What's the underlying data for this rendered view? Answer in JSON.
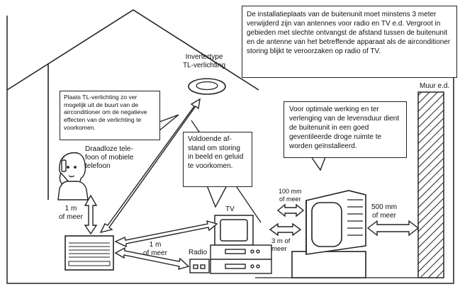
{
  "callouts": {
    "installation_note": "De installatieplaats van de buitenunit moet minstens 3 meter verwijderd zijn van antennes voor radio en TV e.d. Vergroot in gebieden met slechte ontvangst de afstand tussen de buitenunit en de antenne van het betreffende apparaat als de airconditioner storing blijkt te veroorzaken op radio of TV.",
    "fluorescent_note": "Plaats TL-verlichting zo ver mogelijk uit de buurt van de airconditioner om de negatieve effecten van de verlichting te voorkomen.",
    "interference_note": "Voldoende af-stand om storing in beeld en geluid te voorkomen.",
    "ventilation_note": "Voor optimale werking en ter verlenging van de levensduur dient de buitenunit in een goed geventileerde droge ruimte te worden geïnstalleerd."
  },
  "labels": {
    "inverter_lamp": "Invertertype\nTL-verlichting",
    "wall": "Muur e.d.",
    "phone": "Draadloze tele-\nfoon of mobiele\ntelefoon",
    "dist_1m_vertical": "1 m\nof meer",
    "dist_1m_radio": "1 m\nof meer",
    "radio": "Radio",
    "tv": "TV",
    "dist_100mm": "100 mm\nof meer",
    "dist_3m": "3 m of\nmeer",
    "dist_500mm": "500 mm\nof meer"
  }
}
